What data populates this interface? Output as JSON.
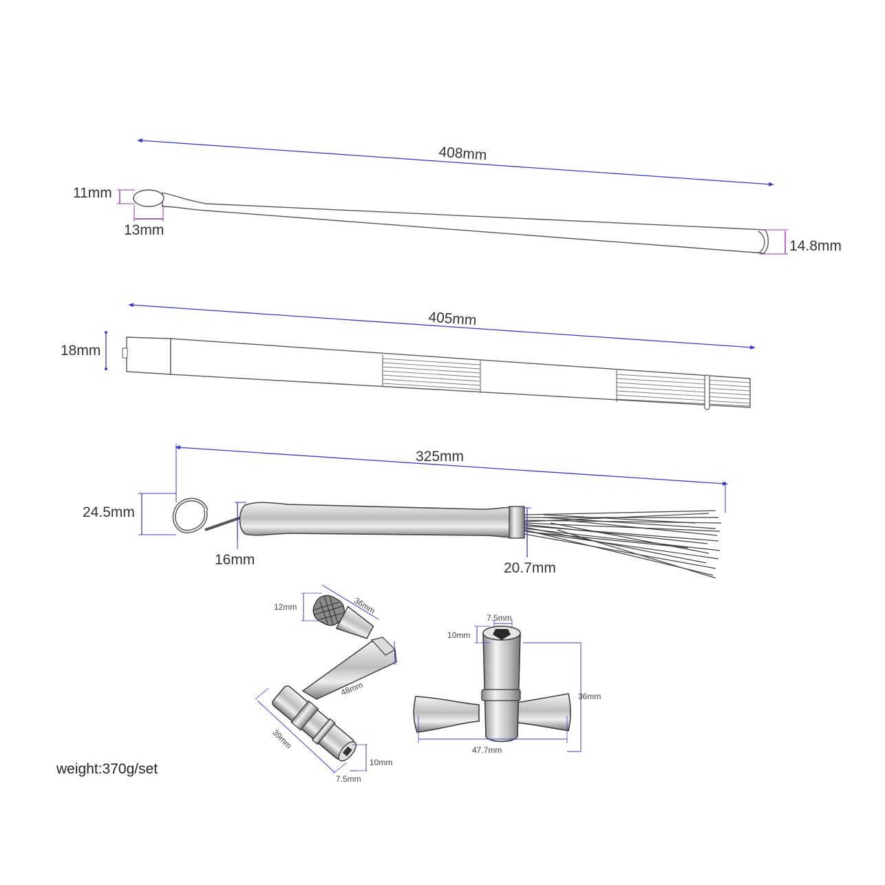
{
  "drumstick": {
    "length_label": "408mm",
    "tip_height_label": "11mm",
    "tip_length_label": "13mm",
    "butt_diameter_label": "14.8mm"
  },
  "rod_brush": {
    "length_label": "405mm",
    "diameter_label": "18mm"
  },
  "wire_brush": {
    "length_label": "325mm",
    "loop_diameter_label": "24.5mm",
    "handle_end_label": "16mm",
    "handle_diameter_label": "20.7mm"
  },
  "speed_key": {
    "knob_diameter_label": "12mm",
    "knob_length_label": "36mm",
    "arm_length_label": "48mm",
    "head_length_label": "39mm",
    "socket_outer_label": "10mm",
    "socket_inner_label": "7.5mm"
  },
  "t_key": {
    "socket_inner_label": "7.5mm",
    "socket_outer_label": "10mm",
    "height_label": "36mm",
    "width_label": "47.7mm"
  },
  "weight_label": "weight:370g/set",
  "colors": {
    "dimension_line": "#3a3ad0",
    "dimension_accent": "#9a2fa8",
    "outline": "#555555"
  }
}
